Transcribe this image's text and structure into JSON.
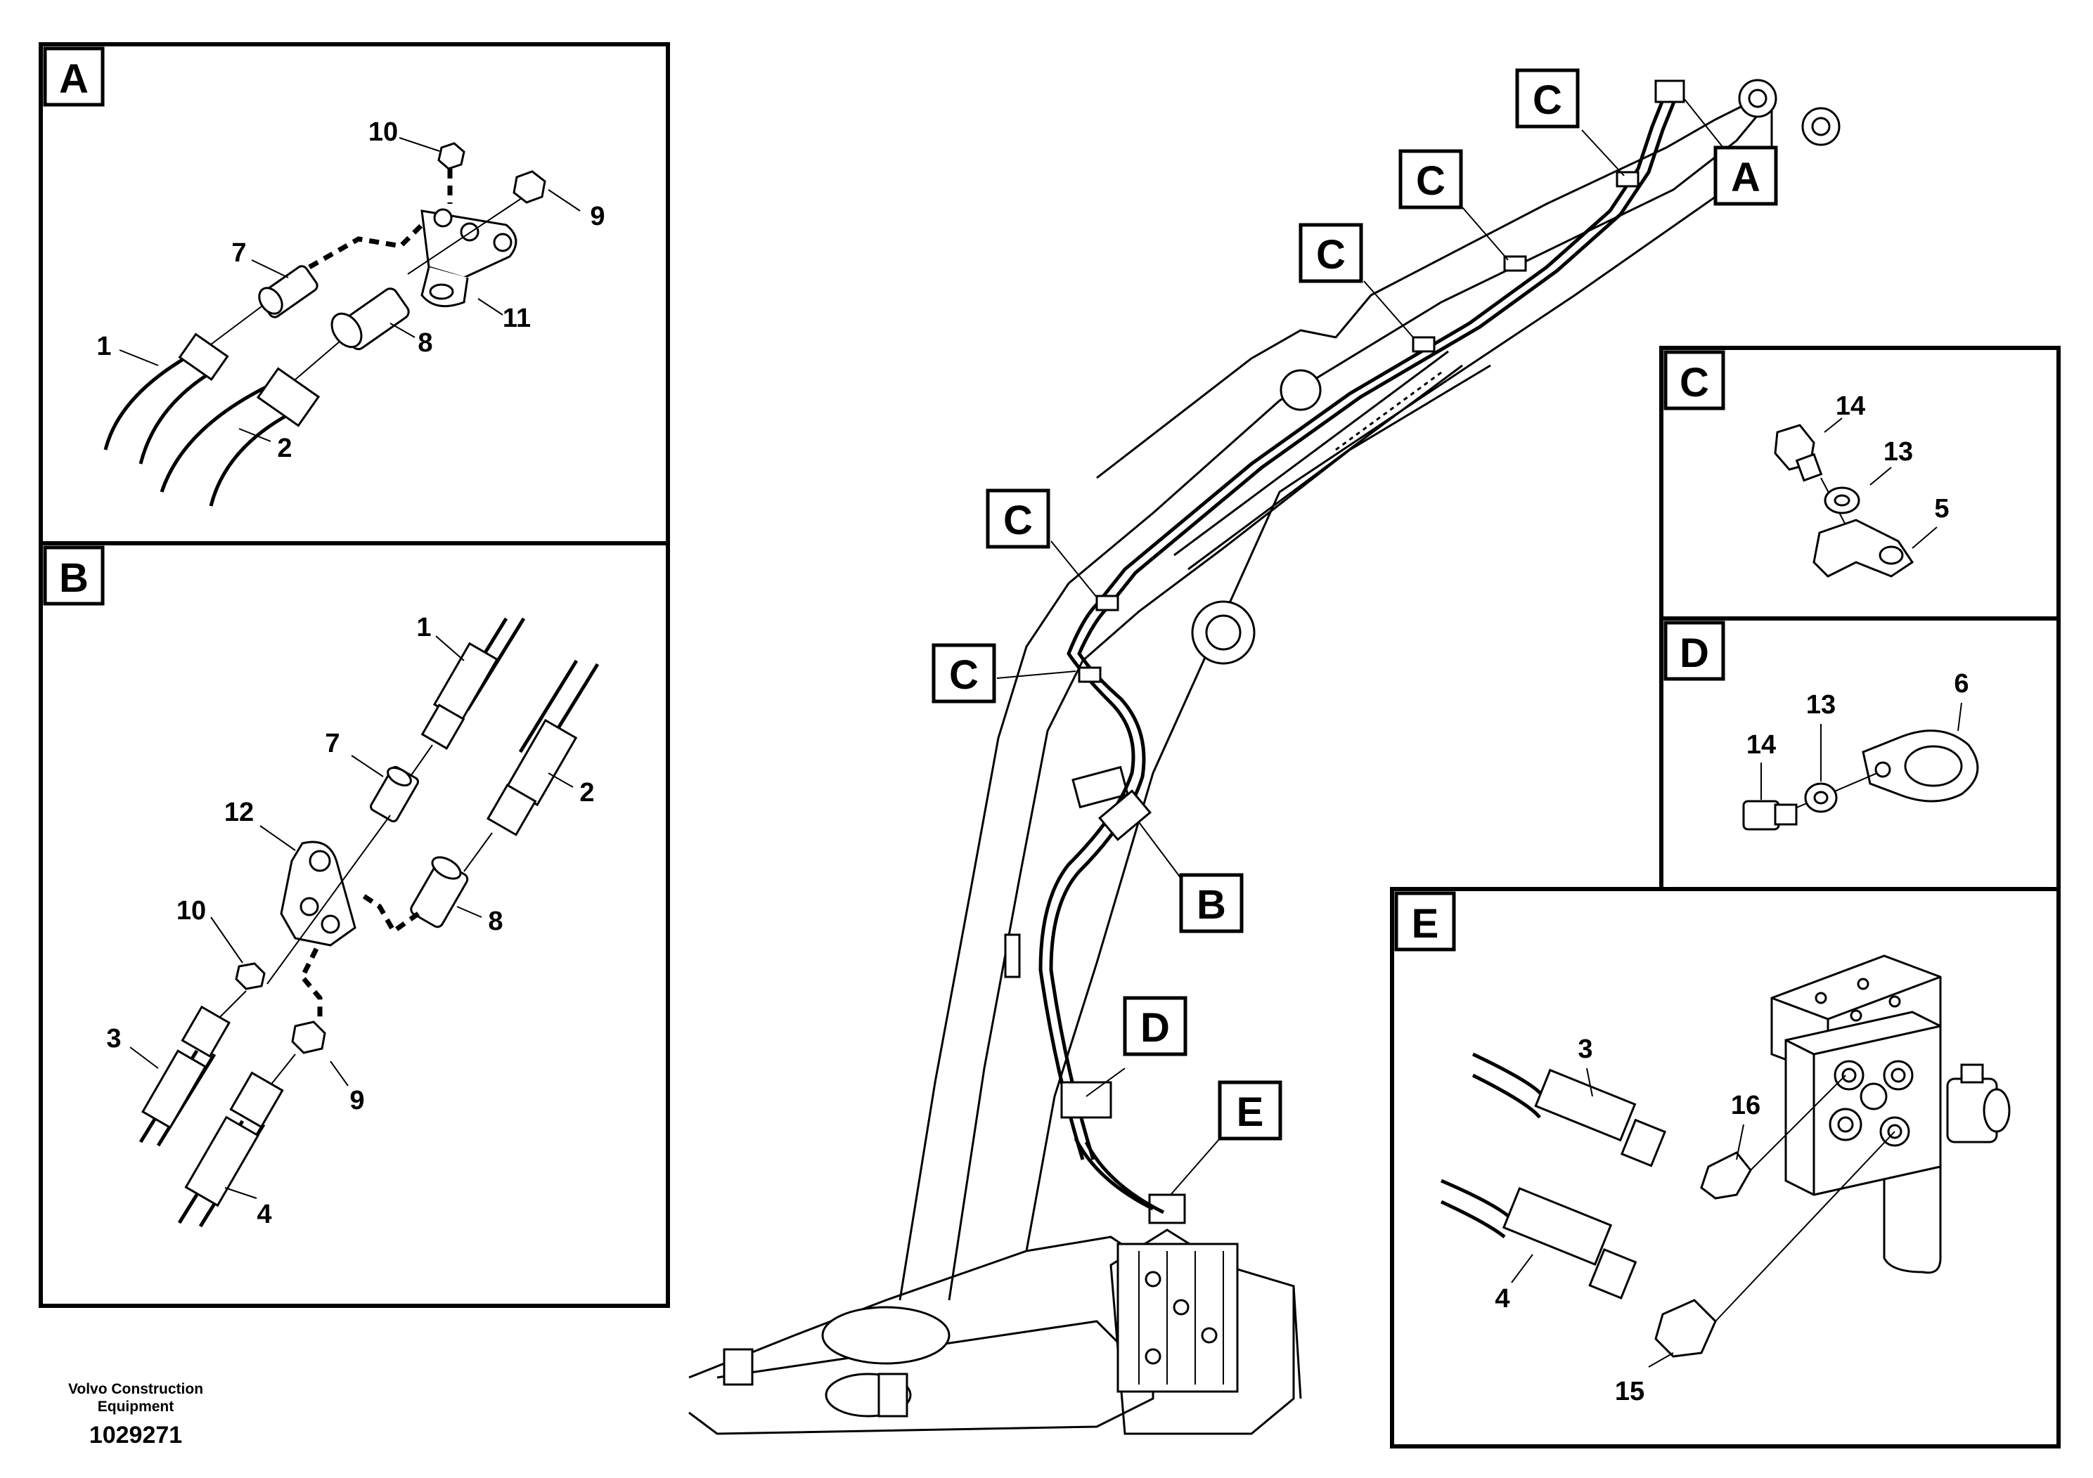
{
  "panels": {
    "A": {
      "caption": "A",
      "labels": [
        "10",
        "9",
        "7",
        "11",
        "1",
        "8",
        "2"
      ]
    },
    "B": {
      "caption": "B",
      "labels": [
        "1",
        "7",
        "2",
        "12",
        "10",
        "8",
        "3",
        "9",
        "4"
      ]
    },
    "C": {
      "caption": "C",
      "labels": [
        "14",
        "13",
        "5"
      ]
    },
    "D": {
      "caption": "D",
      "labels": [
        "6",
        "13",
        "14"
      ]
    },
    "E": {
      "caption": "E",
      "labels": [
        "3",
        "16",
        "4",
        "15"
      ]
    }
  },
  "callouts": {
    "A": "A",
    "B": "B",
    "C": "C",
    "D": "D",
    "E": "E"
  },
  "footer": {
    "company_line1": "Volvo Construction",
    "company_line2": "Equipment",
    "drawing_number": "1029271"
  }
}
